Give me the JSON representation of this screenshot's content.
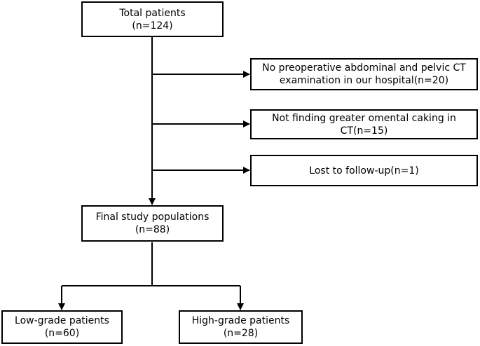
{
  "nodes": {
    "total": {
      "line1": "Total patients",
      "line2": "(n=124)"
    },
    "excl_ct": {
      "line1": "No preoperative abdominal and pelvic CT",
      "line2": "examination in our hospital(n=20)"
    },
    "excl_caking": {
      "line1": "Not finding greater omental caking in CT(n=15)"
    },
    "excl_lost": {
      "line1": "Lost to follow-up(n=1)"
    },
    "final": {
      "line1": "Final study populations",
      "line2": "(n=88)"
    },
    "low": {
      "line1": "Low-grade patients",
      "line2": "(n=60)"
    },
    "high": {
      "line1": "High-grade patients",
      "line2": "(n=28)"
    }
  }
}
